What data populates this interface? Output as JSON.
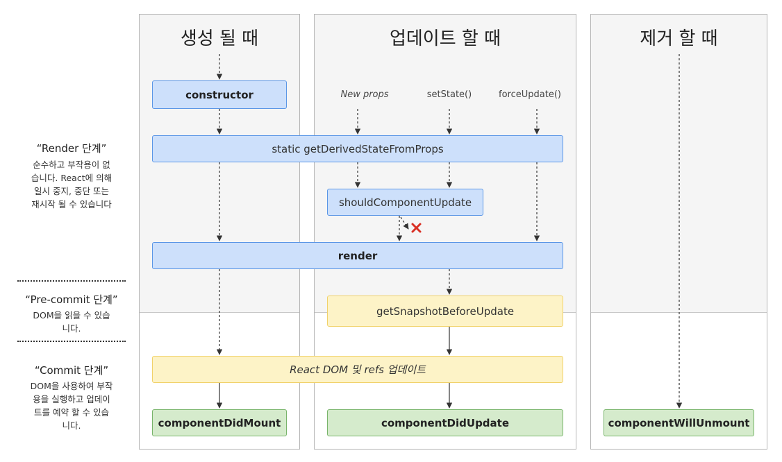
{
  "columns": [
    {
      "title": "생성 될 때"
    },
    {
      "title": "업데이트 할 때"
    },
    {
      "title": "제거 할 때"
    }
  ],
  "triggers": {
    "new_props": "New props",
    "set_state": "setState()",
    "force_update": "forceUpdate()"
  },
  "methods": {
    "constructor": "constructor",
    "get_derived_state": "static getDerivedStateFromProps",
    "should_component_update": "shouldComponentUpdate",
    "render": "render",
    "get_snapshot": "getSnapshotBeforeUpdate",
    "react_dom_update": "React DOM 및 refs 업데이트",
    "component_did_mount": "componentDidMount",
    "component_did_update": "componentDidUpdate",
    "component_will_unmount": "componentWillUnmount"
  },
  "phases": {
    "render": {
      "title": "“Render 단계”",
      "lines": [
        "순수하고 부작용이 없",
        "습니다. React에 의해",
        "일시 중지, 중단 또는",
        "재시작 될 수 있습니다"
      ]
    },
    "precommit": {
      "title": "“Pre-commit 단계”",
      "lines": [
        "DOM을 읽을 수 있습",
        "니다."
      ]
    },
    "commit": {
      "title": "“Commit 단계”",
      "lines": [
        "DOM을 사용하여 부작",
        "용을 실행하고 업데이",
        "트를 예약 할 수 있습",
        "니다."
      ]
    }
  },
  "colors": {
    "render_phase_box": "#cde0fb",
    "precommit_box": "#fdf3c7",
    "commit_box": "#d5ebcc",
    "cancel_mark": "#d93025"
  },
  "icons": {
    "cancel": "red-x-icon"
  }
}
